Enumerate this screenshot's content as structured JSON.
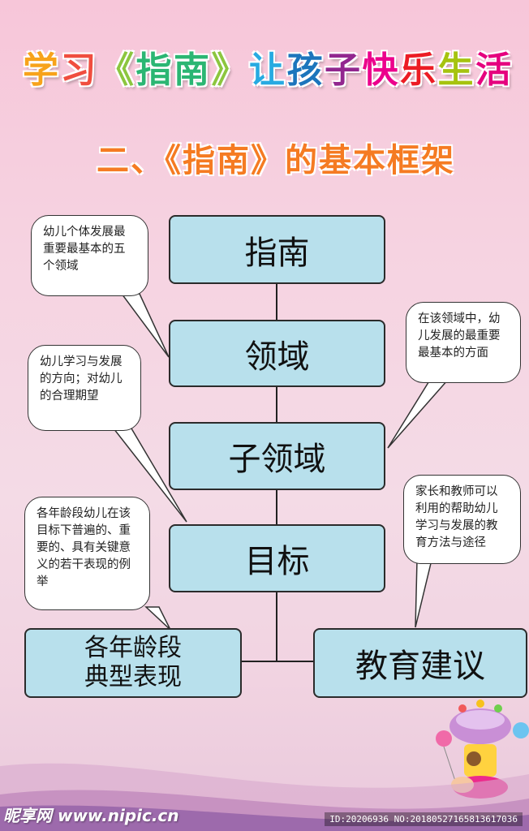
{
  "title": {
    "chars": [
      {
        "ch": "学",
        "color": "#f7a31b"
      },
      {
        "ch": "习",
        "color": "#f04e3f"
      },
      {
        "ch": "《",
        "color": "#8cc63f"
      },
      {
        "ch": "指",
        "color": "#2bb673"
      },
      {
        "ch": "南",
        "color": "#2bb673"
      },
      {
        "ch": "》",
        "color": "#8cc63f"
      },
      {
        "ch": "让",
        "color": "#27aae1"
      },
      {
        "ch": "孩",
        "color": "#1c75bc"
      },
      {
        "ch": "子",
        "color": "#92278f"
      },
      {
        "ch": "快",
        "color": "#ec008c"
      },
      {
        "ch": "乐",
        "color": "#ec1c24"
      },
      {
        "ch": "生",
        "color": "#a6c30f"
      },
      {
        "ch": "活",
        "color": "#e5007e"
      }
    ]
  },
  "subtitle": "二、《指南》的基本框架",
  "nodes": {
    "zhinan": "指南",
    "lingyu": "领域",
    "zilingyu": "子领域",
    "mubiao": "目标",
    "dianxing": "各年龄段\n典型表现",
    "jianyi": "教育建议"
  },
  "bubbles": {
    "lingyu_note": "幼儿个体发展最重要最基本的五个领域",
    "mubiao_note": "幼儿学习与发展的方向；对幼儿的合理期望",
    "zilingyu_note": "在该领域中，幼儿发展的最重要最基本的方面",
    "dianxing_note": "各年龄段幼儿在该目标下普遍的、重要的、具有关键意义的若干表现的例举",
    "jianyi_note": "家长和教师可以利用的帮助幼儿学习与发展的教育方法与途径"
  },
  "footer": {
    "logo": "昵享网 www.nipic.cn",
    "id": "ID:20206936 NO:20180527165813617036"
  },
  "colors": {
    "node_fill": "#b8e0ec",
    "subtitle": "#f57b22"
  }
}
